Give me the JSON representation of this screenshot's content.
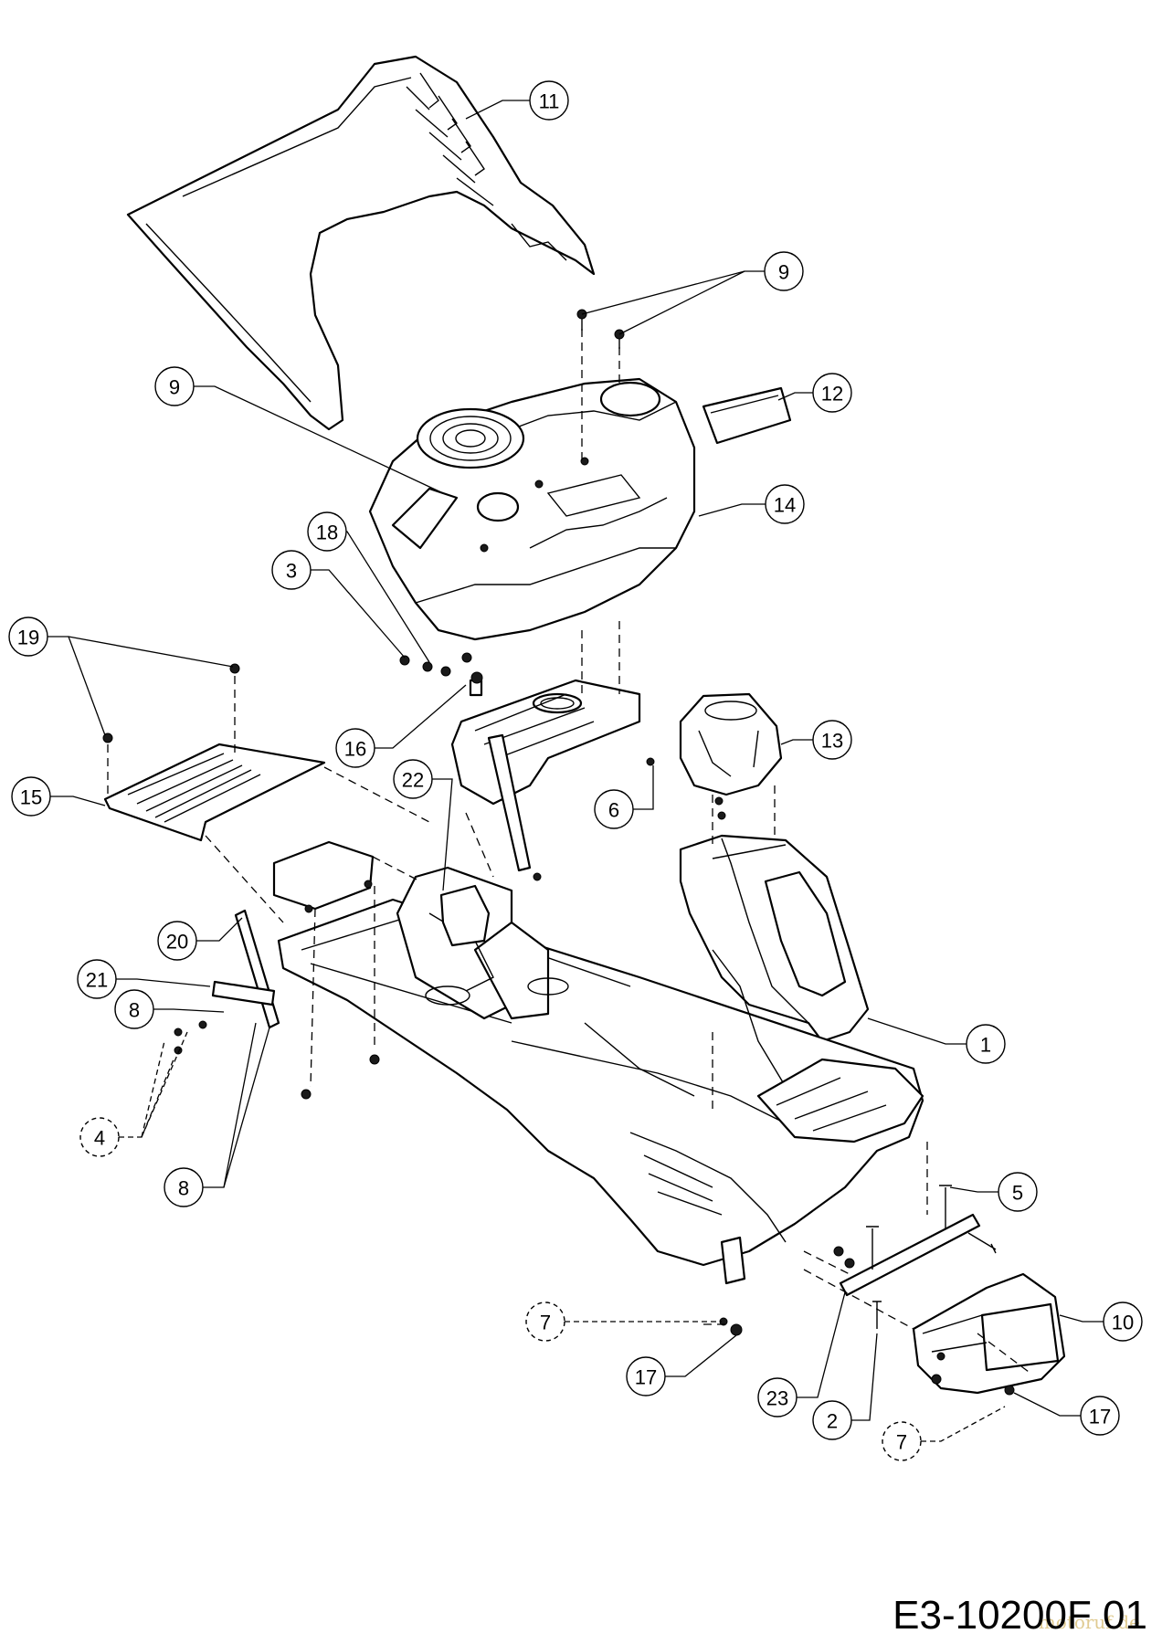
{
  "diagram": {
    "reference_code": "E3-10200F 01",
    "watermark": "motoruf.de",
    "callouts": [
      {
        "id": "c11",
        "label": "11",
        "style": "solid"
      },
      {
        "id": "c9a",
        "label": "9",
        "style": "solid"
      },
      {
        "id": "c9b",
        "label": "9",
        "style": "solid"
      },
      {
        "id": "c12",
        "label": "12",
        "style": "solid"
      },
      {
        "id": "c14",
        "label": "14",
        "style": "solid"
      },
      {
        "id": "c18",
        "label": "18",
        "style": "solid"
      },
      {
        "id": "c3",
        "label": "3",
        "style": "solid"
      },
      {
        "id": "c19",
        "label": "19",
        "style": "solid"
      },
      {
        "id": "c16",
        "label": "16",
        "style": "solid"
      },
      {
        "id": "c13",
        "label": "13",
        "style": "solid"
      },
      {
        "id": "c15",
        "label": "15",
        "style": "solid"
      },
      {
        "id": "c22",
        "label": "22",
        "style": "solid"
      },
      {
        "id": "c6",
        "label": "6",
        "style": "solid"
      },
      {
        "id": "c20",
        "label": "20",
        "style": "solid"
      },
      {
        "id": "c21",
        "label": "21",
        "style": "solid"
      },
      {
        "id": "c8a",
        "label": "8",
        "style": "solid"
      },
      {
        "id": "c1",
        "label": "1",
        "style": "solid"
      },
      {
        "id": "c4",
        "label": "4",
        "style": "dashed"
      },
      {
        "id": "c8b",
        "label": "8",
        "style": "solid"
      },
      {
        "id": "c5",
        "label": "5",
        "style": "solid"
      },
      {
        "id": "c7a",
        "label": "7",
        "style": "dashed"
      },
      {
        "id": "c10",
        "label": "10",
        "style": "solid"
      },
      {
        "id": "c17a",
        "label": "17",
        "style": "solid"
      },
      {
        "id": "c23",
        "label": "23",
        "style": "solid"
      },
      {
        "id": "c2",
        "label": "2",
        "style": "solid"
      },
      {
        "id": "c17b",
        "label": "17",
        "style": "solid"
      },
      {
        "id": "c7b",
        "label": "7",
        "style": "dashed"
      }
    ]
  }
}
